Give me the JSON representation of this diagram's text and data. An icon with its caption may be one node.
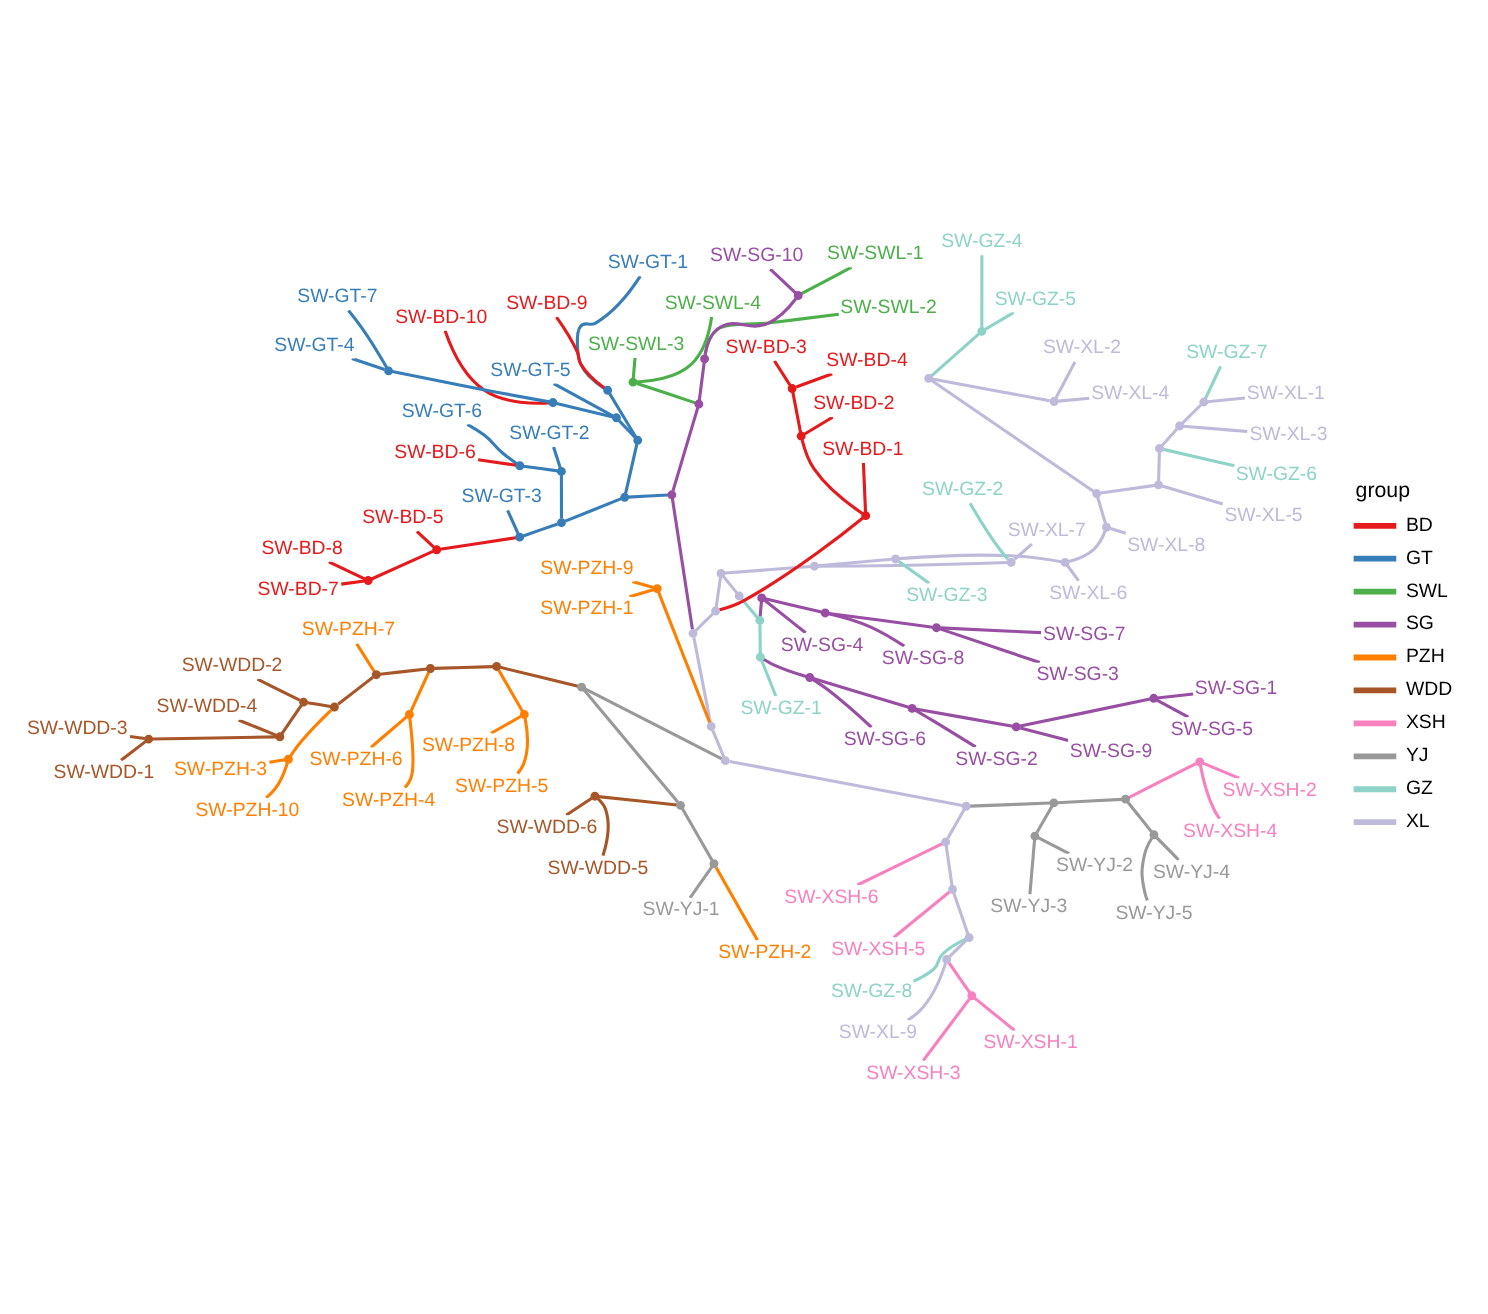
{
  "diagram": {
    "nodes": [
      {
        "text": [
          "SW-XL-1"
        ]
      },
      {
        "text": [
          "SW-GZ-7"
        ]
      },
      {
        "text": [
          "SW-XL-3"
        ]
      },
      {
        "text": [
          "SW-GZ-6"
        ]
      },
      {
        "text": [
          "SW-XL-5"
        ]
      },
      {
        "text": [
          "SW-XL-4"
        ]
      },
      {
        "text": [
          "SW-XL-2"
        ]
      },
      {
        "text": [
          "SW-GZ-5"
        ]
      },
      {
        "text": [
          "SW-GZ-4"
        ]
      },
      {
        "text": [
          "SW-XL-8"
        ]
      },
      {
        "text": [
          "SW-XL-6"
        ]
      },
      {
        "text": [
          "SW-GZ-3"
        ]
      },
      {
        "text": [
          "SW-XL-7"
        ]
      },
      {
        "text": [
          "SW-GZ-2"
        ]
      },
      {
        "text": [
          "SW-SG-5"
        ]
      },
      {
        "text": [
          "SW-SG-1"
        ]
      },
      {
        "text": [
          "SW-SG-9"
        ]
      },
      {
        "text": [
          "SW-SG-2"
        ]
      },
      {
        "text": [
          "SW-SG-6"
        ]
      },
      {
        "text": [
          "SW-GZ-1"
        ]
      },
      {
        "text": [
          "SW-SG-3"
        ]
      },
      {
        "text": [
          "SW-SG-7"
        ]
      },
      {
        "text": [
          "SW-SG-8"
        ]
      },
      {
        "text": [
          "SW-SG-4"
        ]
      },
      {
        "text": [
          "SW-WDD-3"
        ]
      },
      {
        "text": [
          "SW-WDD-1"
        ]
      },
      {
        "text": [
          "SW-WDD-4"
        ]
      },
      {
        "text": [
          "SW-WDD-2"
        ]
      },
      {
        "text": [
          "SW-PZH-3"
        ]
      },
      {
        "text": [
          "SW-PZH-10"
        ]
      },
      {
        "text": [
          "SW-PZH-7"
        ]
      },
      {
        "text": [
          "SW-PZH-6"
        ]
      },
      {
        "text": [
          "SW-PZH-4"
        ]
      },
      {
        "text": [
          "SW-PZH-8"
        ]
      },
      {
        "text": [
          "SW-PZH-5"
        ]
      },
      {
        "text": [
          "SW-WDD-6"
        ]
      },
      {
        "text": [
          "SW-WDD-5"
        ]
      },
      {
        "text": [
          "SW-YJ-1"
        ]
      },
      {
        "text": [
          "SW-PZH-2"
        ]
      },
      {
        "text": [
          "SW-XSH-3"
        ]
      },
      {
        "text": [
          "SW-XSH-1"
        ]
      },
      {
        "text": [
          "SW-XL-9"
        ]
      },
      {
        "text": [
          "SW-GZ-8"
        ]
      },
      {
        "text": [
          "SW-XSH-5"
        ]
      },
      {
        "text": [
          "SW-XSH-6"
        ]
      },
      {
        "text": [
          "SW-YJ-5"
        ]
      },
      {
        "text": [
          "SW-YJ-4"
        ]
      },
      {
        "text": [
          "SW-XSH-4"
        ]
      },
      {
        "text": [
          "SW-XSH-2"
        ]
      },
      {
        "text": [
          "SW-YJ-3"
        ]
      },
      {
        "text": [
          "SW-YJ-2"
        ]
      },
      {
        "text": [
          "SW-PZH-9"
        ]
      },
      {
        "text": [
          "SW-PZH-1"
        ]
      },
      {
        "text": [
          "SW-BD-8"
        ]
      },
      {
        "text": [
          "SW-BD-7"
        ]
      },
      {
        "text": [
          "SW-BD-5"
        ]
      },
      {
        "text": [
          "SW-GT-3"
        ]
      },
      {
        "text": [
          "SW-GT-6"
        ]
      },
      {
        "text": [
          "SW-BD-6"
        ]
      },
      {
        "text": [
          "SW-GT-2"
        ]
      },
      {
        "text": [
          "SW-GT-7"
        ]
      },
      {
        "text": [
          "SW-GT-4"
        ]
      },
      {
        "text": [
          "SW-BD-10"
        ]
      },
      {
        "text": [
          "SW-GT-5"
        ]
      },
      {
        "text": [
          "SW-GT-1"
        ]
      },
      {
        "text": [
          "SW-BD-9"
        ]
      },
      {
        "text": [
          "SW-SWL-1"
        ]
      },
      {
        "text": [
          "SW-SG-10"
        ]
      },
      {
        "text": [
          "SW-SWL-2"
        ]
      },
      {
        "text": [
          "SW-SWL-4"
        ]
      },
      {
        "text": [
          "SW-SWL-3"
        ]
      },
      {
        "text": [
          "SW-BD-4"
        ]
      },
      {
        "text": [
          "SW-BD-3"
        ]
      },
      {
        "text": [
          "SW-BD-2"
        ]
      },
      {
        "text": [
          "SW-BD-1"
        ]
      },
      {
        "text": [],
        "shape": "point"
      },
      {
        "text": [],
        "shape": "point"
      },
      {
        "text": [],
        "shape": "point"
      },
      {
        "text": [],
        "shape": "point"
      },
      {
        "text": [],
        "shape": "point"
      },
      {
        "text": [],
        "shape": "point"
      },
      {
        "text": [],
        "shape": "point"
      },
      {
        "text": [],
        "shape": "point"
      },
      {
        "text": [],
        "shape": "point"
      },
      {
        "text": [],
        "shape": "point"
      },
      {
        "text": [],
        "shape": "point"
      },
      {
        "text": [],
        "shape": "point"
      },
      {
        "text": [],
        "shape": "point"
      },
      {
        "text": [],
        "shape": "point"
      },
      {
        "text": [],
        "shape": "point"
      },
      {
        "text": [],
        "shape": "point"
      },
      {
        "text": [],
        "shape": "point"
      },
      {
        "text": [],
        "shape": "point"
      },
      {
        "text": [],
        "shape": "point"
      },
      {
        "text": [],
        "shape": "point"
      },
      {
        "text": [],
        "shape": "point"
      },
      {
        "text": [],
        "shape": "point"
      },
      {
        "text": [],
        "shape": "point"
      },
      {
        "text": [],
        "shape": "point"
      },
      {
        "text": [],
        "shape": "point"
      },
      {
        "text": [],
        "shape": "point"
      },
      {
        "text": [],
        "shape": "point"
      },
      {
        "text": [],
        "shape": "point"
      },
      {
        "text": [],
        "shape": "point"
      },
      {
        "text": [],
        "shape": "point"
      },
      {
        "text": [],
        "shape": "point"
      },
      {
        "text": [],
        "shape": "point"
      },
      {
        "text": [],
        "shape": "point"
      },
      {
        "text": [],
        "shape": "point"
      },
      {
        "text": [],
        "shape": "point"
      },
      {
        "text": [],
        "shape": "point"
      },
      {
        "text": [],
        "shape": "point"
      },
      {
        "text": [],
        "shape": "point"
      },
      {
        "text": [],
        "shape": "point"
      },
      {
        "text": [],
        "shape": "point"
      },
      {
        "text": [],
        "shape": "point"
      },
      {
        "text": [],
        "shape": "point"
      },
      {
        "text": [],
        "shape": "point"
      },
      {
        "text": [],
        "shape": "point"
      },
      {
        "text": [],
        "shape": "point"
      },
      {
        "text": [],
        "shape": "point"
      },
      {
        "text": [],
        "shape": "point"
      },
      {
        "text": [],
        "shape": "point"
      },
      {
        "text": [],
        "shape": "point"
      },
      {
        "text": [],
        "shape": "point"
      },
      {
        "text": [],
        "shape": "point"
      },
      {
        "text": [],
        "shape": "point"
      },
      {
        "text": [],
        "shape": "point"
      },
      {
        "text": [],
        "shape": "point"
      },
      {
        "text": [],
        "shape": "point"
      },
      {
        "text": [],
        "shape": "point"
      },
      {
        "text": [],
        "shape": "point"
      },
      {
        "text": [],
        "shape": "point"
      },
      {
        "text": [],
        "shape": "point"
      },
      {
        "text": [],
        "shape": "point"
      },
      {
        "text": [],
        "shape": "point"
      },
      {
        "text": [],
        "shape": "point"
      },
      {
        "text": [],
        "shape": "point"
      },
      {
        "text": [],
        "shape": "point"
      },
      {
        "text": [],
        "shape": "point"
      },
      {
        "text": [],
        "shape": "point"
      },
      {
        "text": [],
        "shape": "point"
      },
      {
        "text": [],
        "shape": "point"
      },
      {
        "text": [],
        "shape": "point"
      },
      {
        "text": [],
        "shape": "point"
      },
      {
        "text": [],
        "shape": "point"
      },
      {
        "text": [],
        "shape": "point"
      },
      {
        "text": [],
        "shape": "point"
      },
      {
        "text": [],
        "shape": "point"
      }
    ],
    "edges": [
      {
        "from": 75,
        "to": 76,
        "arrow": "none"
      },
      {
        "from": 76,
        "to": 77,
        "arrow": "none"
      },
      {
        "from": 77,
        "to": 78,
        "arrow": "none"
      },
      {
        "from": 78,
        "to": 79,
        "arrow": "none"
      },
      {
        "from": 79,
        "to": 80,
        "arrow": "none"
      },
      {
        "from": 80,
        "to": 81,
        "arrow": "none"
      },
      {
        "from": 81,
        "to": 82,
        "arrow": "none"
      },
      {
        "from": 82,
        "to": 83,
        "arrow": "none"
      },
      {
        "from": 83,
        "to": 84,
        "arrow": "none"
      },
      {
        "from": 84,
        "to": 85,
        "arrow": "none"
      },
      {
        "from": 85,
        "to": 0,
        "arrow": "none"
      },
      {
        "from": 85,
        "to": 1,
        "arrow": "none",
        "color": "#8dd3c7"
      },
      {
        "from": 84,
        "to": 2,
        "arrow": "none"
      },
      {
        "from": 83,
        "to": 3,
        "arrow": "none",
        "color": "#8dd3c7"
      },
      {
        "from": 82,
        "to": 4,
        "arrow": "none"
      },
      {
        "from": 81,
        "to": 86,
        "arrow": "none"
      },
      {
        "from": 86,
        "to": 87,
        "arrow": "none"
      },
      {
        "from": 87,
        "to": 5,
        "arrow": "none"
      },
      {
        "from": 87,
        "to": 6,
        "arrow": "none"
      },
      {
        "from": 86,
        "to": 88,
        "arrow": "none",
        "color": "#8dd3c7"
      },
      {
        "from": 88,
        "to": 7,
        "arrow": "none",
        "color": "#8dd3c7"
      },
      {
        "from": 88,
        "to": 8,
        "arrow": "none",
        "color": "#8dd3c7"
      },
      {
        "from": 80,
        "to": 9,
        "arrow": "none"
      },
      {
        "from": 79,
        "to": 10,
        "arrow": "none"
      },
      {
        "from": 78,
        "to": 11,
        "arrow": "none",
        "color": "#8dd3c7"
      },
      {
        "from": 77,
        "to": 89,
        "arrow": "none"
      },
      {
        "from": 89,
        "to": 12,
        "arrow": "none"
      },
      {
        "from": 89,
        "to": 13,
        "arrow": "none",
        "color": "#8dd3c7"
      },
      {
        "from": 76,
        "to": 90,
        "arrow": "none"
      },
      {
        "from": 90,
        "to": 91,
        "arrow": "none",
        "color": "#e41a1c"
      },
      {
        "from": 91,
        "to": 92,
        "arrow": "none",
        "color": "#e41a1c"
      },
      {
        "from": 92,
        "to": 93,
        "arrow": "none",
        "color": "#e41a1c"
      },
      {
        "from": 93,
        "to": 71,
        "arrow": "none",
        "color": "#e41a1c"
      },
      {
        "from": 93,
        "to": 72,
        "arrow": "none",
        "color": "#e41a1c"
      },
      {
        "from": 92,
        "to": 73,
        "arrow": "none",
        "color": "#e41a1c"
      },
      {
        "from": 91,
        "to": 74,
        "arrow": "none",
        "color": "#e41a1c"
      },
      {
        "from": 90,
        "to": 94,
        "arrow": "none"
      },
      {
        "from": 94,
        "to": 95,
        "arrow": "none",
        "color": "#984ea3"
      },
      {
        "from": 95,
        "to": 96,
        "arrow": "none",
        "color": "#984ea3"
      },
      {
        "from": 96,
        "to": 97,
        "arrow": "none",
        "color": "#984ea3"
      },
      {
        "from": 97,
        "to": 98,
        "arrow": "none",
        "color": "#984ea3"
      },
      {
        "from": 98,
        "to": 66,
        "arrow": "none",
        "color": "#4daf4a"
      },
      {
        "from": 98,
        "to": 67,
        "arrow": "none",
        "color": "#984ea3"
      },
      {
        "from": 97,
        "to": 68,
        "arrow": "none",
        "color": "#4daf4a"
      },
      {
        "from": 96,
        "to": 99,
        "arrow": "none",
        "color": "#4daf4a"
      },
      {
        "from": 99,
        "to": 69,
        "arrow": "none",
        "color": "#4daf4a"
      },
      {
        "from": 99,
        "to": 70,
        "arrow": "none",
        "color": "#4daf4a"
      },
      {
        "from": 95,
        "to": 100,
        "arrow": "none",
        "color": "#377eb8"
      },
      {
        "from": 100,
        "to": 101,
        "arrow": "none",
        "color": "#377eb8"
      },
      {
        "from": 101,
        "to": 102,
        "arrow": "none",
        "color": "#377eb8"
      },
      {
        "from": 102,
        "to": 64,
        "arrow": "none",
        "color": "#377eb8"
      },
      {
        "from": 102,
        "to": 65,
        "arrow": "none",
        "color": "#e41a1c"
      },
      {
        "from": 101,
        "to": 103,
        "arrow": "none",
        "color": "#377eb8"
      },
      {
        "from": 103,
        "to": 63,
        "arrow": "none",
        "color": "#377eb8"
      },
      {
        "from": 103,
        "to": 104,
        "arrow": "none",
        "color": "#377eb8"
      },
      {
        "from": 104,
        "to": 62,
        "arrow": "none",
        "color": "#e41a1c"
      },
      {
        "from": 104,
        "to": 105,
        "arrow": "none",
        "color": "#377eb8"
      },
      {
        "from": 105,
        "to": 60,
        "arrow": "none",
        "color": "#377eb8"
      },
      {
        "from": 105,
        "to": 61,
        "arrow": "none",
        "color": "#377eb8"
      },
      {
        "from": 100,
        "to": 106,
        "arrow": "none",
        "color": "#377eb8"
      },
      {
        "from": 106,
        "to": 107,
        "arrow": "none",
        "color": "#377eb8"
      },
      {
        "from": 107,
        "to": 59,
        "arrow": "none",
        "color": "#377eb8"
      },
      {
        "from": 107,
        "to": 108,
        "arrow": "none",
        "color": "#377eb8"
      },
      {
        "from": 108,
        "to": 57,
        "arrow": "none",
        "color": "#377eb8"
      },
      {
        "from": 108,
        "to": 58,
        "arrow": "none",
        "color": "#e41a1c"
      },
      {
        "from": 106,
        "to": 109,
        "arrow": "none",
        "color": "#377eb8"
      },
      {
        "from": 109,
        "to": 56,
        "arrow": "none",
        "color": "#377eb8"
      },
      {
        "from": 109,
        "to": 110,
        "arrow": "none",
        "color": "#e41a1c"
      },
      {
        "from": 110,
        "to": 55,
        "arrow": "none",
        "color": "#e41a1c"
      },
      {
        "from": 110,
        "to": 111,
        "arrow": "none",
        "color": "#e41a1c"
      },
      {
        "from": 111,
        "to": 53,
        "arrow": "none",
        "color": "#e41a1c"
      },
      {
        "from": 111,
        "to": 54,
        "arrow": "none",
        "color": "#e41a1c"
      },
      {
        "from": 94,
        "to": 112,
        "arrow": "none"
      },
      {
        "from": 112,
        "to": 113,
        "arrow": "none",
        "color": "#ff7f00"
      },
      {
        "from": 113,
        "to": 51,
        "arrow": "none",
        "color": "#ff7f00"
      },
      {
        "from": 113,
        "to": 52,
        "arrow": "none",
        "color": "#ff7f00"
      },
      {
        "from": 112,
        "to": 114,
        "arrow": "none"
      },
      {
        "from": 114,
        "to": 115,
        "arrow": "none",
        "color": "#999999"
      },
      {
        "from": 115,
        "to": 116,
        "arrow": "none",
        "color": "#a65628"
      },
      {
        "from": 116,
        "to": 117,
        "arrow": "none",
        "color": "#a65628"
      },
      {
        "from": 117,
        "to": 118,
        "arrow": "none",
        "color": "#a65628"
      },
      {
        "from": 118,
        "to": 119,
        "arrow": "none",
        "color": "#a65628"
      },
      {
        "from": 119,
        "to": 120,
        "arrow": "none",
        "color": "#a65628"
      },
      {
        "from": 120,
        "to": 121,
        "arrow": "none",
        "color": "#a65628"
      },
      {
        "from": 121,
        "to": 122,
        "arrow": "none",
        "color": "#a65628"
      },
      {
        "from": 122,
        "to": 24,
        "arrow": "none",
        "color": "#a65628"
      },
      {
        "from": 122,
        "to": 25,
        "arrow": "none",
        "color": "#a65628"
      },
      {
        "from": 121,
        "to": 26,
        "arrow": "none",
        "color": "#a65628"
      },
      {
        "from": 120,
        "to": 27,
        "arrow": "none",
        "color": "#a65628"
      },
      {
        "from": 119,
        "to": 123,
        "arrow": "none",
        "color": "#ff7f00"
      },
      {
        "from": 123,
        "to": 28,
        "arrow": "none",
        "color": "#ff7f00"
      },
      {
        "from": 123,
        "to": 29,
        "arrow": "none",
        "color": "#ff7f00"
      },
      {
        "from": 118,
        "to": 30,
        "arrow": "none",
        "color": "#ff7f00"
      },
      {
        "from": 117,
        "to": 124,
        "arrow": "none",
        "color": "#ff7f00"
      },
      {
        "from": 124,
        "to": 31,
        "arrow": "none",
        "color": "#ff7f00"
      },
      {
        "from": 124,
        "to": 32,
        "arrow": "none",
        "color": "#ff7f00"
      },
      {
        "from": 116,
        "to": 125,
        "arrow": "none",
        "color": "#ff7f00"
      },
      {
        "from": 125,
        "to": 33,
        "arrow": "none",
        "color": "#ff7f00"
      },
      {
        "from": 125,
        "to": 34,
        "arrow": "none",
        "color": "#ff7f00"
      },
      {
        "from": 115,
        "to": 126,
        "arrow": "none",
        "color": "#999999"
      },
      {
        "from": 126,
        "to": 127,
        "arrow": "none",
        "color": "#a65628"
      },
      {
        "from": 127,
        "to": 35,
        "arrow": "none",
        "color": "#a65628"
      },
      {
        "from": 127,
        "to": 36,
        "arrow": "none",
        "color": "#a65628"
      },
      {
        "from": 126,
        "to": 128,
        "arrow": "none",
        "color": "#999999"
      },
      {
        "from": 128,
        "to": 37,
        "arrow": "none",
        "color": "#999999"
      },
      {
        "from": 128,
        "to": 38,
        "arrow": "none",
        "color": "#ff7f00"
      },
      {
        "from": 114,
        "to": 129,
        "arrow": "none"
      },
      {
        "from": 129,
        "to": 130,
        "arrow": "none"
      },
      {
        "from": 130,
        "to": 131,
        "arrow": "none"
      },
      {
        "from": 131,
        "to": 132,
        "arrow": "none"
      },
      {
        "from": 132,
        "to": 133,
        "arrow": "none"
      },
      {
        "from": 133,
        "to": 134,
        "arrow": "none",
        "color": "#f781bf"
      },
      {
        "from": 134,
        "to": 39,
        "arrow": "none",
        "color": "#f781bf"
      },
      {
        "from": 134,
        "to": 40,
        "arrow": "none",
        "color": "#f781bf"
      },
      {
        "from": 133,
        "to": 41,
        "arrow": "none"
      },
      {
        "from": 132,
        "to": 42,
        "arrow": "none",
        "color": "#8dd3c7"
      },
      {
        "from": 131,
        "to": 43,
        "arrow": "none",
        "color": "#f781bf"
      },
      {
        "from": 130,
        "to": 44,
        "arrow": "none",
        "color": "#f781bf"
      },
      {
        "from": 129,
        "to": 135,
        "arrow": "none",
        "color": "#999999"
      },
      {
        "from": 135,
        "to": 136,
        "arrow": "none",
        "color": "#999999"
      },
      {
        "from": 136,
        "to": 49,
        "arrow": "none",
        "color": "#999999"
      },
      {
        "from": 136,
        "to": 50,
        "arrow": "none",
        "color": "#999999"
      },
      {
        "from": 135,
        "to": 137,
        "arrow": "none",
        "color": "#999999"
      },
      {
        "from": 137,
        "to": 138,
        "arrow": "none",
        "color": "#999999"
      },
      {
        "from": 138,
        "to": 45,
        "arrow": "none",
        "color": "#999999"
      },
      {
        "from": 138,
        "to": 46,
        "arrow": "none",
        "color": "#999999"
      },
      {
        "from": 137,
        "to": 139,
        "arrow": "none",
        "color": "#f781bf"
      },
      {
        "from": 139,
        "to": 47,
        "arrow": "none",
        "color": "#f781bf"
      },
      {
        "from": 139,
        "to": 48,
        "arrow": "none",
        "color": "#f781bf"
      },
      {
        "from": 75,
        "to": 140,
        "arrow": "none",
        "color": "#8dd3c7"
      },
      {
        "from": 140,
        "to": 141,
        "arrow": "none",
        "color": "#8dd3c7"
      },
      {
        "from": 141,
        "to": 142,
        "arrow": "none",
        "color": "#984ea3"
      },
      {
        "from": 142,
        "to": 143,
        "arrow": "none",
        "color": "#984ea3"
      },
      {
        "from": 143,
        "to": 144,
        "arrow": "none",
        "color": "#984ea3"
      },
      {
        "from": 144,
        "to": 145,
        "arrow": "none",
        "color": "#984ea3"
      },
      {
        "from": 145,
        "to": 14,
        "arrow": "none",
        "color": "#984ea3"
      },
      {
        "from": 145,
        "to": 15,
        "arrow": "none",
        "color": "#984ea3"
      },
      {
        "from": 144,
        "to": 16,
        "arrow": "none",
        "color": "#984ea3"
      },
      {
        "from": 143,
        "to": 17,
        "arrow": "none",
        "color": "#984ea3"
      },
      {
        "from": 142,
        "to": 18,
        "arrow": "none",
        "color": "#984ea3"
      },
      {
        "from": 141,
        "to": 19,
        "arrow": "none",
        "color": "#8dd3c7"
      },
      {
        "from": 140,
        "to": 146,
        "arrow": "none",
        "color": "#984ea3"
      },
      {
        "from": 146,
        "to": 147,
        "arrow": "none",
        "color": "#984ea3"
      },
      {
        "from": 147,
        "to": 148,
        "arrow": "none",
        "color": "#984ea3"
      },
      {
        "from": 148,
        "to": 20,
        "arrow": "none",
        "color": "#984ea3"
      },
      {
        "from": 148,
        "to": 21,
        "arrow": "none",
        "color": "#984ea3"
      },
      {
        "from": 147,
        "to": 22,
        "arrow": "none",
        "color": "#984ea3"
      },
      {
        "from": 146,
        "to": 23,
        "arrow": "none",
        "color": "#984ea3"
      }
    ],
    "labels": [
      "group"
    ],
    "legend": [
      {
        "text": "BD"
      },
      {
        "text": "GT"
      },
      {
        "text": "SWL"
      },
      {
        "text": "SG"
      },
      {
        "text": "PZH"
      },
      {
        "text": "WDD"
      },
      {
        "text": "XSH"
      },
      {
        "text": "YJ"
      },
      {
        "text": "GZ"
      },
      {
        "text": "XL"
      }
    ]
  }
}
